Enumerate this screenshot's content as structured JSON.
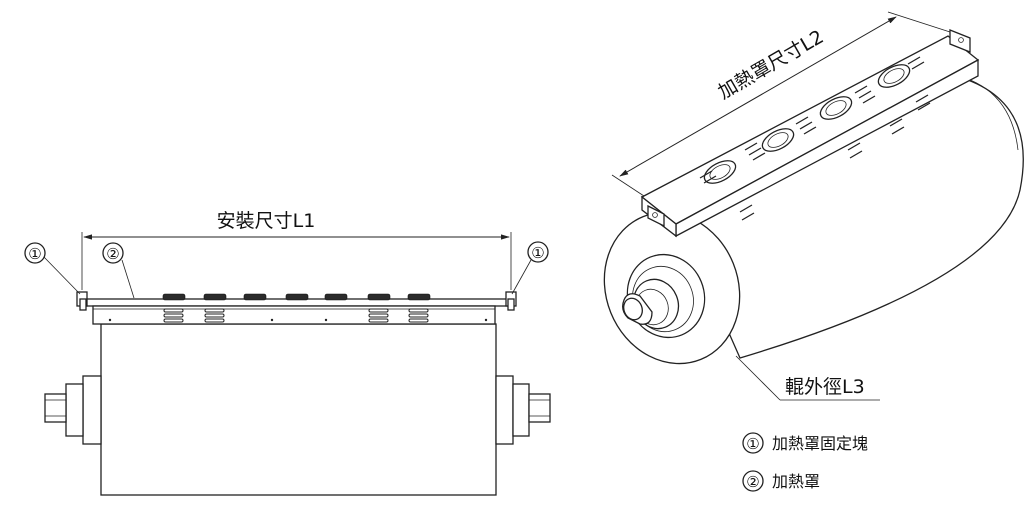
{
  "labels": {
    "install_size": "安裝尺寸L1",
    "hood_size": "加熱罩尺寸L2",
    "roller_od": "輥外徑L3",
    "callout_1": "①",
    "callout_2": "②"
  },
  "legend": [
    {
      "num": "①",
      "text": "加熱罩固定塊"
    },
    {
      "num": "②",
      "text": "加熱罩"
    }
  ]
}
